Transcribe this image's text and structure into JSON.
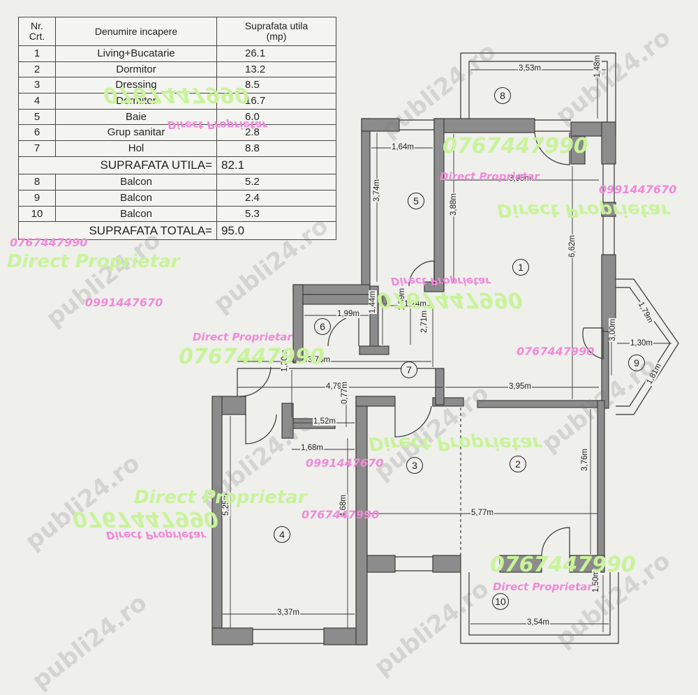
{
  "table": {
    "headers": {
      "nr": "Nr.\nCrt.",
      "name": "Denumire incapere",
      "area": "Suprafata utila\n(mp)"
    },
    "rows": [
      {
        "nr": "1",
        "name": "Living+Bucatarie",
        "area": "26.1"
      },
      {
        "nr": "2",
        "name": "Dormitor",
        "area": "13.2"
      },
      {
        "nr": "3",
        "name": "Dressing",
        "area": "8.5"
      },
      {
        "nr": "4",
        "name": "Dormitor",
        "area": "16.7"
      },
      {
        "nr": "5",
        "name": "Baie",
        "area": "6.0"
      },
      {
        "nr": "6",
        "name": "Grup sanitar",
        "area": "2.8"
      },
      {
        "nr": "7",
        "name": "Hol",
        "area": "8.8"
      }
    ],
    "usable_label": "SUPRAFATA UTILA=",
    "usable_value": "82.1",
    "balcony_rows": [
      {
        "nr": "8",
        "name": "Balcon",
        "area": "5.2"
      },
      {
        "nr": "9",
        "name": "Balcon",
        "area": "2.4"
      },
      {
        "nr": "10",
        "name": "Balcon",
        "area": "5.3"
      }
    ],
    "total_label": "SUPRAFATA TOTALA=",
    "total_value": "95.0"
  },
  "room_numbers": [
    "1",
    "2",
    "3",
    "4",
    "5",
    "6",
    "7",
    "8",
    "9",
    "10"
  ],
  "dimensions": {
    "b8_width": "3,53m",
    "b8_depth": "1,48m",
    "r5_width": "1,64m",
    "r5_height": "3,74m",
    "r1_width_top": "3,95m",
    "r1_height_left": "3,88m",
    "r1_height_right": "6,62m",
    "r1_width_bottom": "3,95m",
    "r6_width": "1,99m",
    "r6_height": "1,44m",
    "r6_side": "1,59m",
    "hall_a": "1,24m",
    "hall_height": "2,71m",
    "hall_width": "3,73m",
    "hall_width2": "4,79m",
    "hall_h2": "1,30m",
    "hall_h3": "0,77m",
    "hall_w3": "1,52m",
    "b9_a": "1,79m",
    "b9_b": "1,30m",
    "b9_c": "3,00m",
    "b9_d": "1,81m",
    "r4_width_top": "1,68m",
    "r4_height": "5,25m",
    "r4_height2": "4,68m",
    "r4_width_bottom": "3,37m",
    "r2_width": "5,77m",
    "r2_height": "3,76m",
    "b10_width": "3,54m",
    "b10_depth": "1,50m"
  },
  "watermarks": {
    "phone": "0767447990",
    "mirror_phone": "0991447670",
    "brand": "Direct Proprietar",
    "site": "publi24.ro"
  },
  "colors": {
    "wall": "#8c8c8c",
    "wall_edge": "#3d3d3d",
    "paper": "#efefec",
    "pink": "#f08ad8",
    "green": "#c9f39b"
  }
}
